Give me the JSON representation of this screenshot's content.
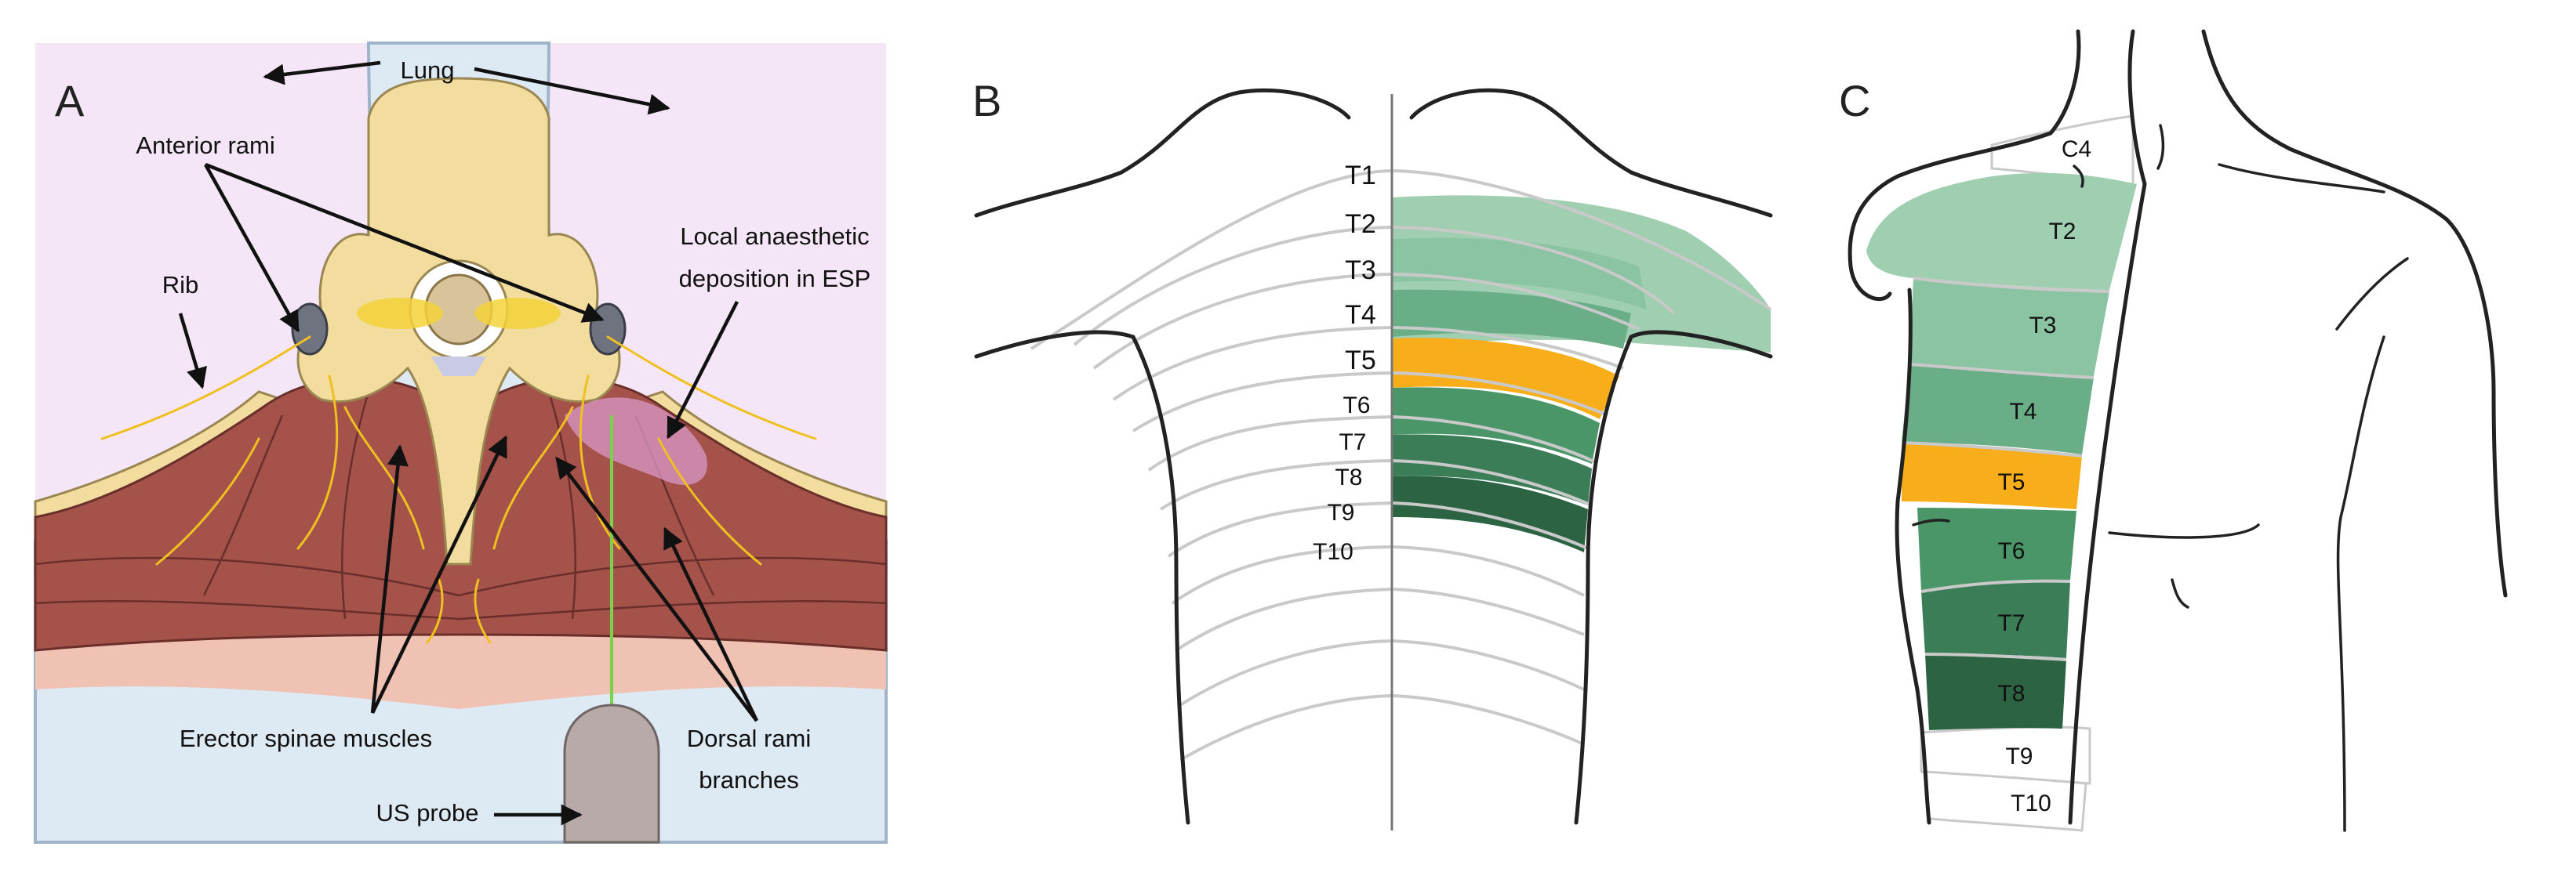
{
  "panels": {
    "a": {
      "letter": "A",
      "labels": {
        "lung": "Lung",
        "anterior_rami": "Anterior rami",
        "rib": "Rib",
        "local_anaesthetic_line1": "Local anaesthetic",
        "local_anaesthetic_line2": "deposition in ESP",
        "erector_spinae": "Erector spinae muscles",
        "dorsal_rami_line1": "Dorsal rami",
        "dorsal_rami_line2": "branches",
        "us_probe": "US probe"
      }
    },
    "b": {
      "letter": "B",
      "segments": [
        "T1",
        "T2",
        "T3",
        "T4",
        "T5",
        "T6",
        "T7",
        "T8",
        "T9",
        "T10"
      ]
    },
    "c": {
      "letter": "C",
      "segments": [
        "C4",
        "T2",
        "T3",
        "T4",
        "T5",
        "T6",
        "T7",
        "T8",
        "T9",
        "T10"
      ]
    }
  },
  "colors": {
    "panel_a_background": "#f4e6f6",
    "lung": "#dde9f3",
    "bone": "#f2dc9e",
    "muscle": "#a4524a",
    "nerve": "#f0c020",
    "t2": "#9fcfb0",
    "t3": "#82bf9c",
    "t4": "#6aae88",
    "t5": "#f7ae1a",
    "t6": "#4a9669",
    "t7": "#3b7d56",
    "t8": "#2c6343"
  }
}
